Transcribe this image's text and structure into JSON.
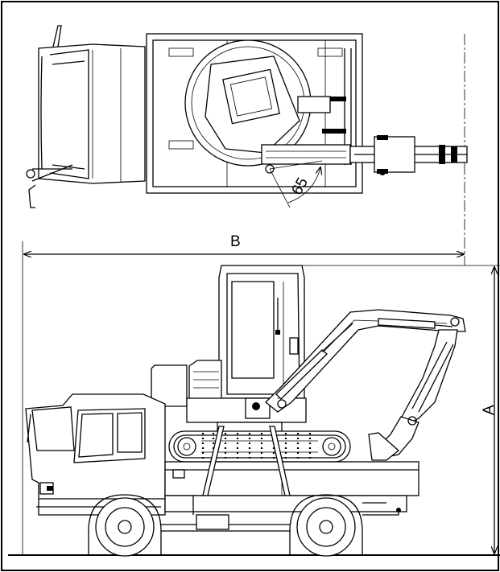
{
  "labels": {
    "length": "B",
    "height": "A",
    "angle": "65"
  }
}
